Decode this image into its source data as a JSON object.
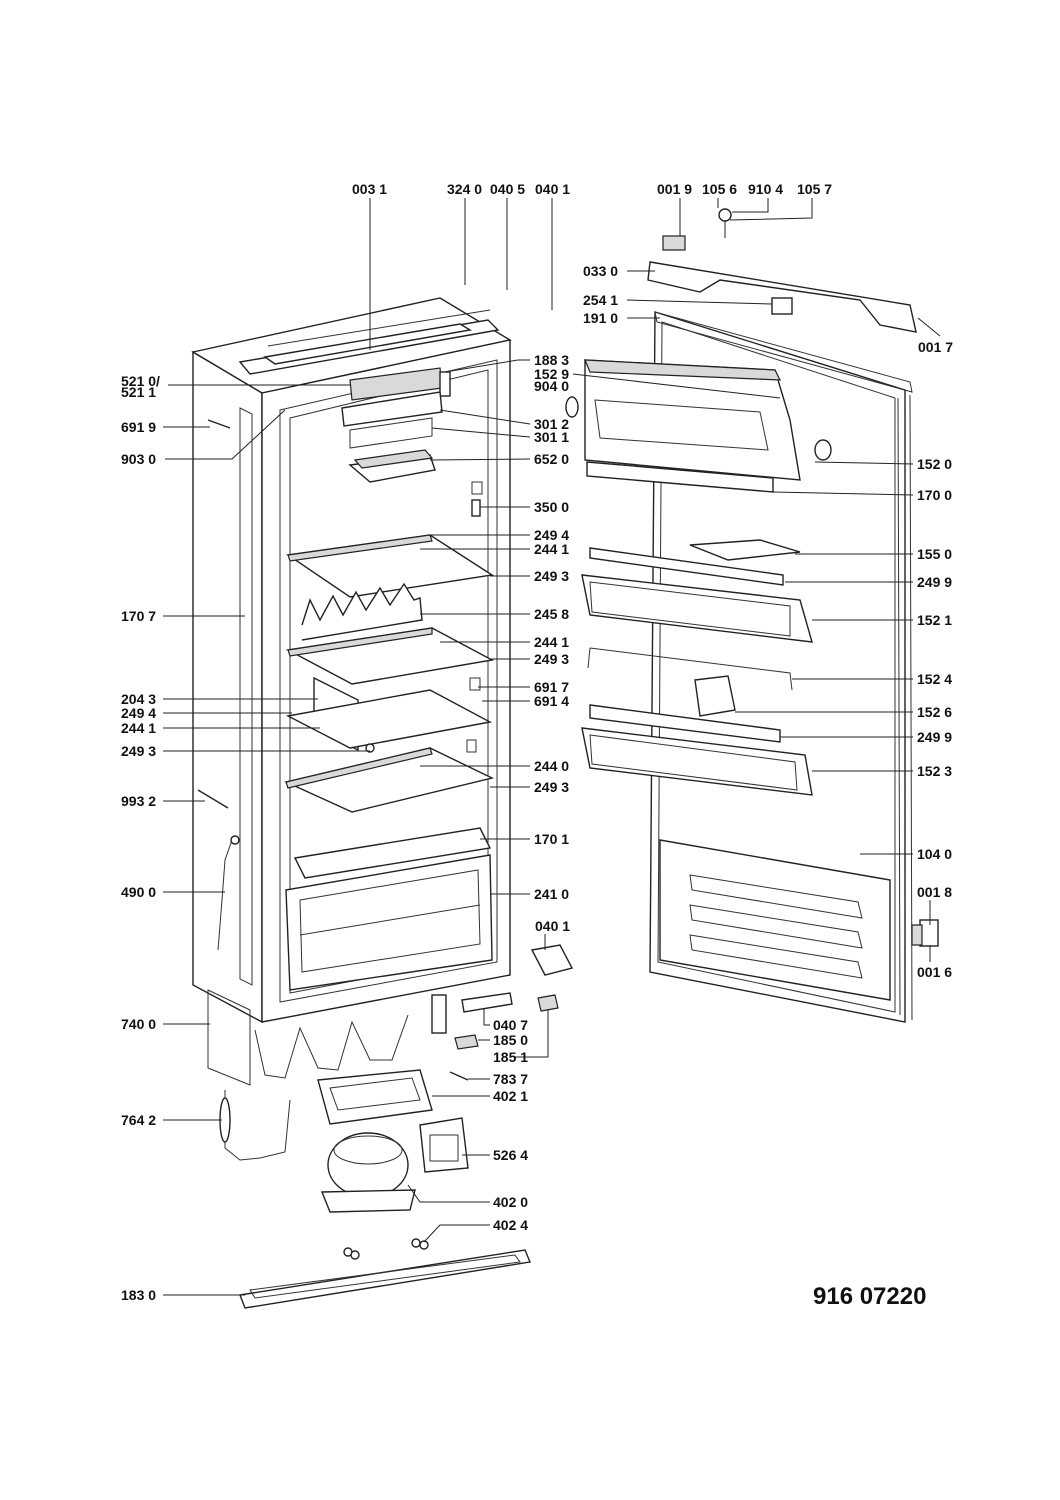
{
  "drawing_number": "916 07220",
  "labels": {
    "l0031": "003 1",
    "l3240": "324 0",
    "l0405": "040 5",
    "l0401a": "040 1",
    "l0019": "001 9",
    "l1056": "105 6",
    "l9104": "910 4",
    "l1057": "105 7",
    "l0330": "033 0",
    "l2541": "254 1",
    "l1910": "191 0",
    "l0017": "001 7",
    "l1883": "188 3",
    "l1529": "152 9",
    "l9040": "904 0",
    "l5210": "521 0/",
    "l5211": "521 1",
    "l6919": "691 9",
    "l9030": "903 0",
    "l3012": "301 2",
    "l3011": "301 1",
    "l1520": "152 0",
    "l6520": "652 0",
    "l1700": "170 0",
    "l3500": "350 0",
    "l2494a": "249 4",
    "l2441a": "244 1",
    "l1550": "155 0",
    "l2493a": "249 3",
    "l2499a": "249 9",
    "l1707": "170 7",
    "l2458": "245 8",
    "l1521": "152 1",
    "l2441b": "244 1",
    "l2493b": "249 3",
    "l1524": "152 4",
    "l2043": "204 3",
    "l6917": "691 7",
    "l2494b": "249 4",
    "l6914": "691 4",
    "l1526": "152 6",
    "l2441c": "244 1",
    "l2499b": "249 9",
    "l2493c": "249 3",
    "l2440": "244 0",
    "l1523": "152 3",
    "l9932": "993 2",
    "l2493d": "249 3",
    "l1701": "170 1",
    "l1040": "104 0",
    "l4900": "490 0",
    "l2410": "241 0",
    "l0018": "001 8",
    "l0401b": "040 1",
    "l0016": "001 6",
    "l7400": "740 0",
    "l0407": "040 7",
    "l1850": "185 0",
    "l1851": "185 1",
    "l7837": "783 7",
    "l4021": "402 1",
    "l7642": "764 2",
    "l5264": "526 4",
    "l4020": "402 0",
    "l4024": "402 4",
    "l1830": "183 0"
  }
}
